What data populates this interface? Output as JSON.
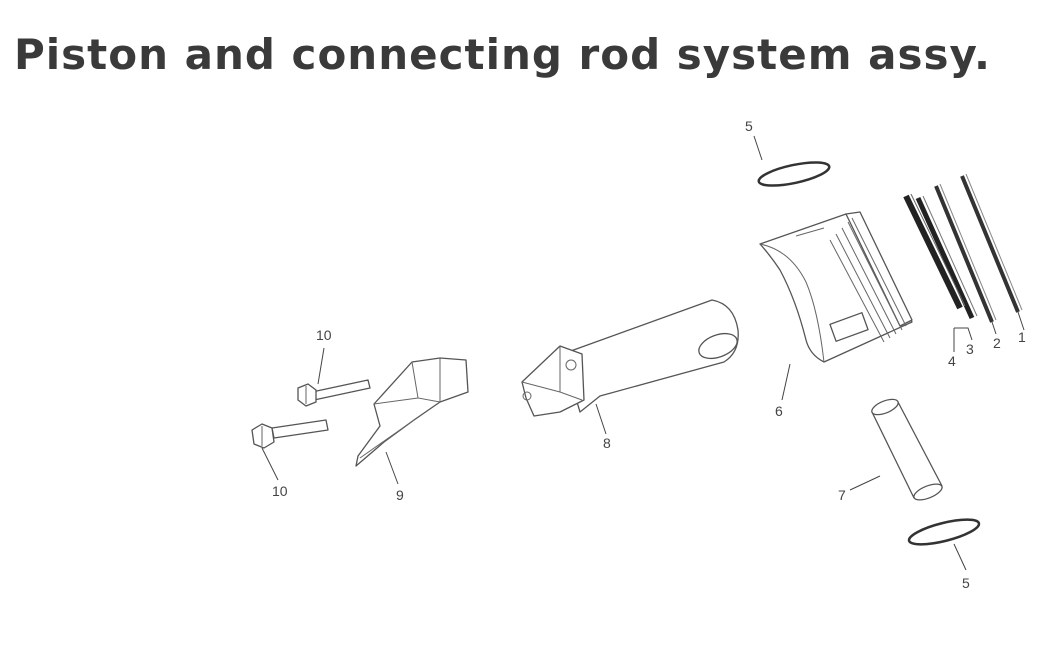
{
  "title": "Piston and connecting rod system assy.",
  "callouts": {
    "c1": "1",
    "c2": "2",
    "c3": "3",
    "c4": "4",
    "c5_top": "5",
    "c5_bottom": "5",
    "c6": "6",
    "c7": "7",
    "c8": "8",
    "c9": "9",
    "c10_top": "10",
    "c10_bottom": "10"
  }
}
